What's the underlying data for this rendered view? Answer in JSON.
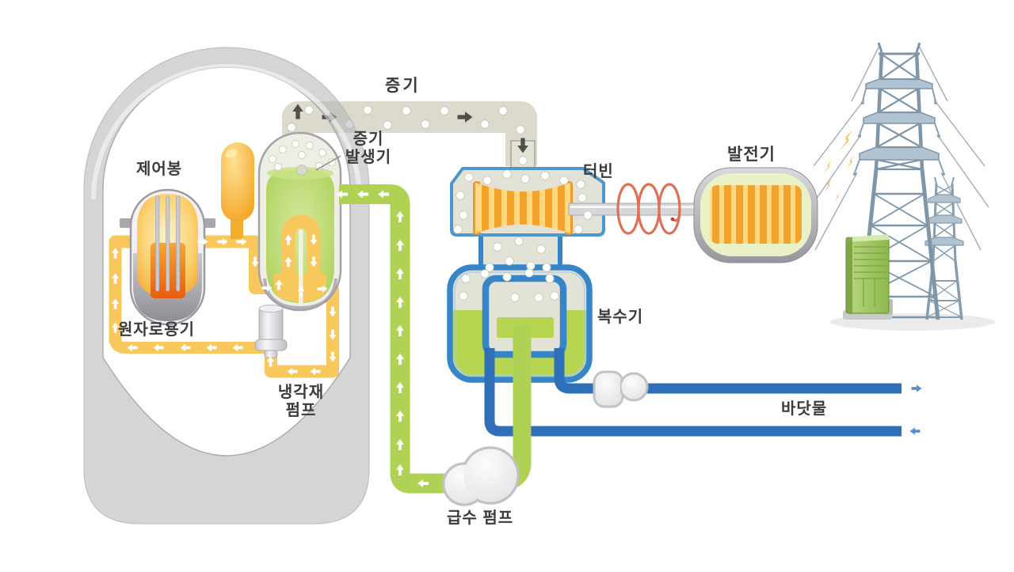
{
  "diagram": {
    "title_context": "PWR nuclear power plant process diagram",
    "labels": {
      "steam": "증기",
      "steam_generator": "증기\n발생기",
      "control_rods": "제어봉",
      "reactor_vessel": "원자로용기",
      "coolant_pump": "냉각재\n펌프",
      "turbine": "터빈",
      "generator": "발전기",
      "condenser": "복수기",
      "seawater": "바닷물",
      "feedwater_pump": "급수 펌프"
    },
    "palette": {
      "primary_loop_pipe": "#F8C85C",
      "steam_pipe": "#DBDACC",
      "feedwater_pipe": "#AFD154",
      "seawater_pipe": "#2F6FB8",
      "condenser_outline": "#3585C8",
      "rotor_stripe_dark": "#F2A32C",
      "rotor_stripe_light": "#FFD983",
      "sg_liquid_green": "#A9CF55",
      "lightning": "#F2B231",
      "tower_steel": "#AFC3D1",
      "label_text": "#3B3B3B"
    }
  }
}
